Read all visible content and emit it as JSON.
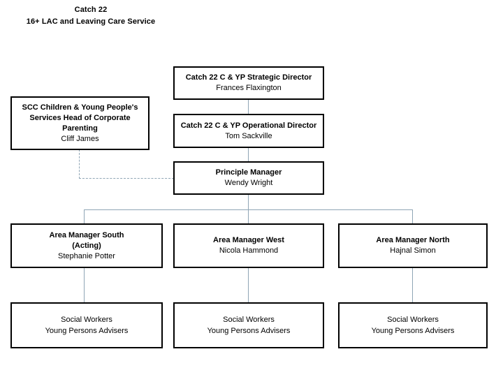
{
  "title": {
    "line1": "Catch 22",
    "line2": "16+ LAC and Leaving Care Service"
  },
  "colors": {
    "box_border": "#000000",
    "box_fill": "#FFFFFF",
    "connector": "#8FA5B5",
    "text": "#000000"
  },
  "nodes": {
    "strategic_director": {
      "role": "Catch 22 C & YP Strategic Director",
      "name": "Frances Flaxington"
    },
    "scc_head": {
      "role": "SCC Children & Young People's Services Head of Corporate Parenting",
      "name": "Cliff James"
    },
    "operational_director": {
      "role": "Catch 22 C & YP Operational Director",
      "name": "Tom Sackville"
    },
    "principle_manager": {
      "role": "Principle Manager",
      "name": "Wendy Wright"
    },
    "area_manager_south": {
      "role": "Area Manager South (Acting)",
      "role_line1": "Area Manager South",
      "role_line2": "(Acting)",
      "name": "Stephanie Potter"
    },
    "area_manager_west": {
      "role": "Area Manager West",
      "name": "Nicola Hammond"
    },
    "area_manager_north": {
      "role": "Area Manager North",
      "name": "Hajnal Simon"
    },
    "staff_south": {
      "line1": "Social Workers",
      "line2": "Young Persons Advisers"
    },
    "staff_west": {
      "line1": "Social Workers",
      "line2": "Young Persons Advisers"
    },
    "staff_north": {
      "line1": "Social Workers",
      "line2": "Young Persons Advisers"
    }
  }
}
